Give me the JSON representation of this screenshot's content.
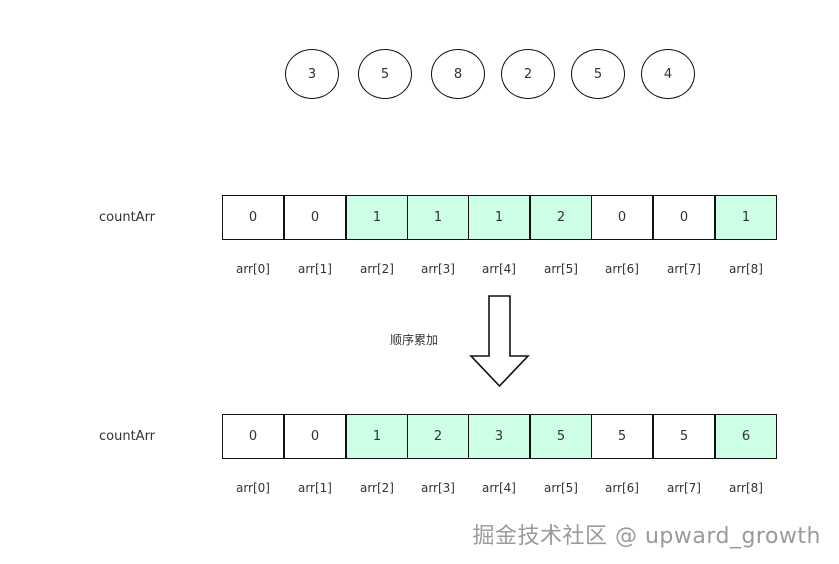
{
  "input": {
    "values": [
      "3",
      "5",
      "8",
      "2",
      "5",
      "4"
    ]
  },
  "top_row": {
    "label": "countArr",
    "cells": [
      "0",
      "0",
      "1",
      "1",
      "1",
      "2",
      "0",
      "0",
      "1"
    ],
    "highlight": [
      false,
      false,
      true,
      true,
      true,
      true,
      false,
      false,
      true
    ],
    "indices": [
      "arr[0]",
      "arr[1]",
      "arr[2]",
      "arr[3]",
      "arr[4]",
      "arr[5]",
      "arr[6]",
      "arr[7]",
      "arr[8]"
    ]
  },
  "arrow": {
    "label": "顺序累加"
  },
  "bottom_row": {
    "label": "countArr",
    "cells": [
      "0",
      "0",
      "1",
      "2",
      "3",
      "5",
      "5",
      "5",
      "6"
    ],
    "highlight": [
      false,
      false,
      true,
      true,
      true,
      true,
      false,
      false,
      true
    ],
    "indices": [
      "arr[0]",
      "arr[1]",
      "arr[2]",
      "arr[3]",
      "arr[4]",
      "arr[5]",
      "arr[6]",
      "arr[7]",
      "arr[8]"
    ]
  },
  "watermark": {
    "text": "掘金技术社区 @ upward_growth"
  },
  "colors": {
    "highlight": "#ccffe6",
    "border": "#111111",
    "watermark": "#9a9a9a"
  }
}
